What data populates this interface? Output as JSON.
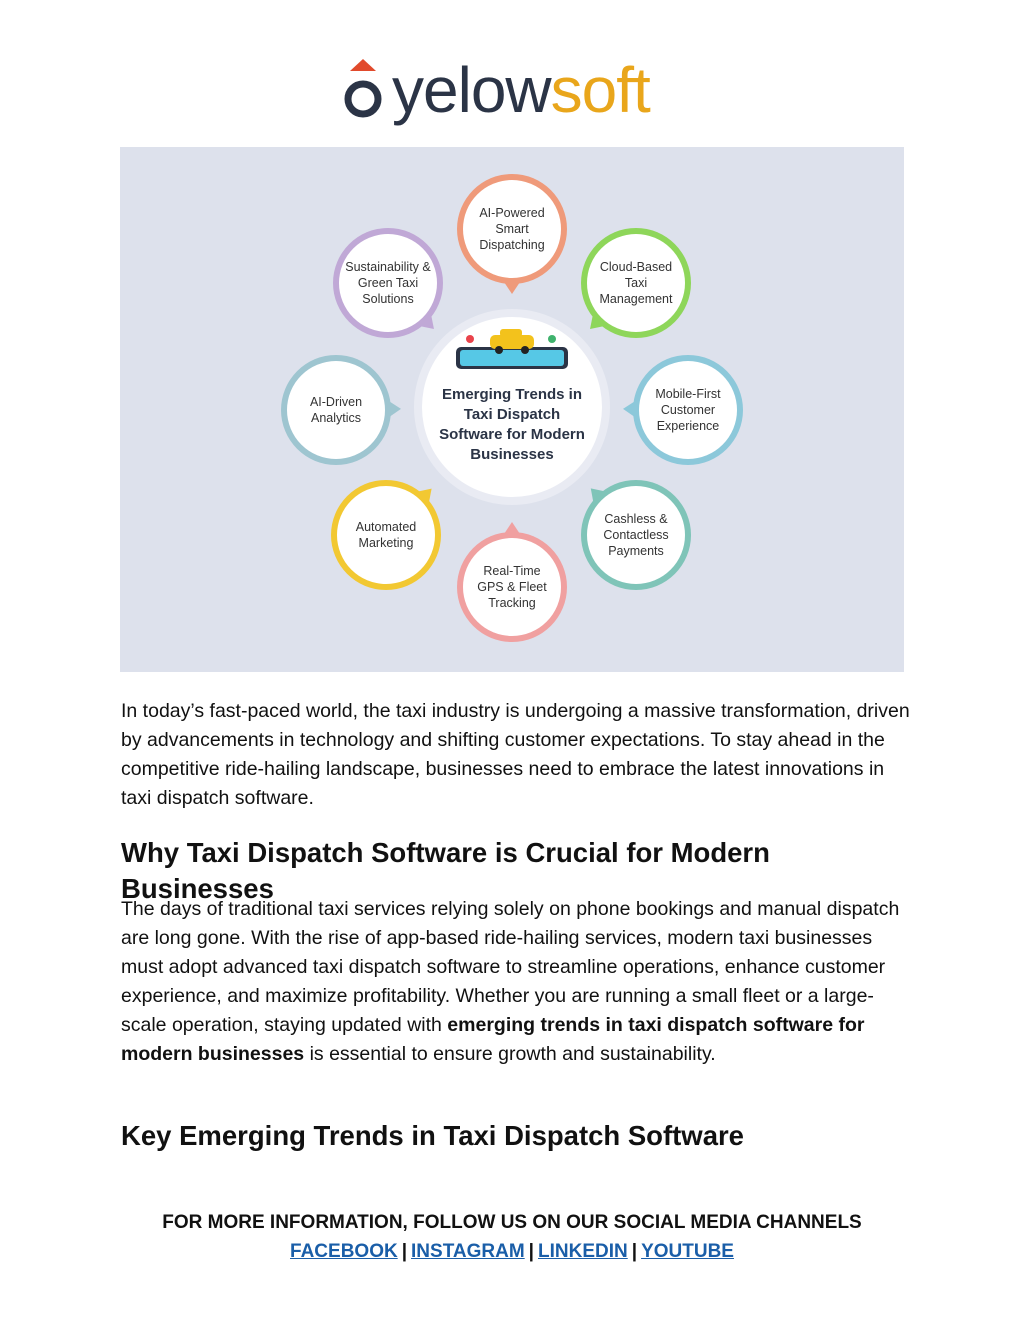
{
  "logo": {
    "text_part1": "yelow",
    "text_part2": "soft",
    "icon": "location-pin-icon",
    "accent": "#e9a61b",
    "dark": "#2b3446"
  },
  "hero": {
    "center_title_lines": [
      "Emerging Trends in",
      "Taxi Dispatch",
      "Software for Modern",
      "Businesses"
    ],
    "nodes": [
      {
        "lines": [
          "AI-Powered",
          "Smart",
          "Dispatching"
        ],
        "color": "#ef9a7a"
      },
      {
        "lines": [
          "Cloud-Based",
          "Taxi",
          "Management"
        ],
        "color": "#8ed65a"
      },
      {
        "lines": [
          "Mobile-First",
          "Customer",
          "Experience"
        ],
        "color": "#8cc8da"
      },
      {
        "lines": [
          "Cashless &",
          "Contactless",
          "Payments"
        ],
        "color": "#7fc4b8"
      },
      {
        "lines": [
          "Real-Time",
          "GPS & Fleet",
          "Tracking"
        ],
        "color": "#f0a0a0"
      },
      {
        "lines": [
          "Automated",
          "Marketing"
        ],
        "color": "#f2c832"
      },
      {
        "lines": [
          "AI-Driven",
          "Analytics"
        ],
        "color": "#9ec5d0"
      },
      {
        "lines": [
          "Sustainability &",
          "Green Taxi",
          "Solutions"
        ],
        "color": "#c0a8d6"
      }
    ]
  },
  "intro": "In today’s fast-paced world, the taxi industry is undergoing a massive transformation, driven by advancements in technology and shifting customer expectations. To stay ahead in the competitive ride-hailing landscape, businesses need to embrace the latest innovations in taxi dispatch software.",
  "heading1": "Why Taxi Dispatch Software is Crucial for Modern Businesses",
  "para2": {
    "before": "The days of traditional taxi services relying solely on phone bookings and manual dispatch are long gone. With the rise of app-based ride-hailing services, modern taxi businesses must adopt advanced taxi dispatch software to streamline operations, enhance customer experience, and maximize profitability. Whether you are running a small fleet or a large-scale operation, staying updated with ",
    "bold": "emerging trends in taxi dispatch software for modern businesses",
    "after": " is essential to ensure growth and sustainability."
  },
  "heading2": "Key Emerging Trends in Taxi Dispatch Software",
  "footer": {
    "line": "FOR MORE INFORMATION, FOLLOW US ON OUR SOCIAL MEDIA CHANNELS",
    "links": [
      "FACEBOOK",
      "INSTAGRAM",
      "LINKEDIN",
      "YOUTUBE"
    ],
    "separator": "|"
  }
}
